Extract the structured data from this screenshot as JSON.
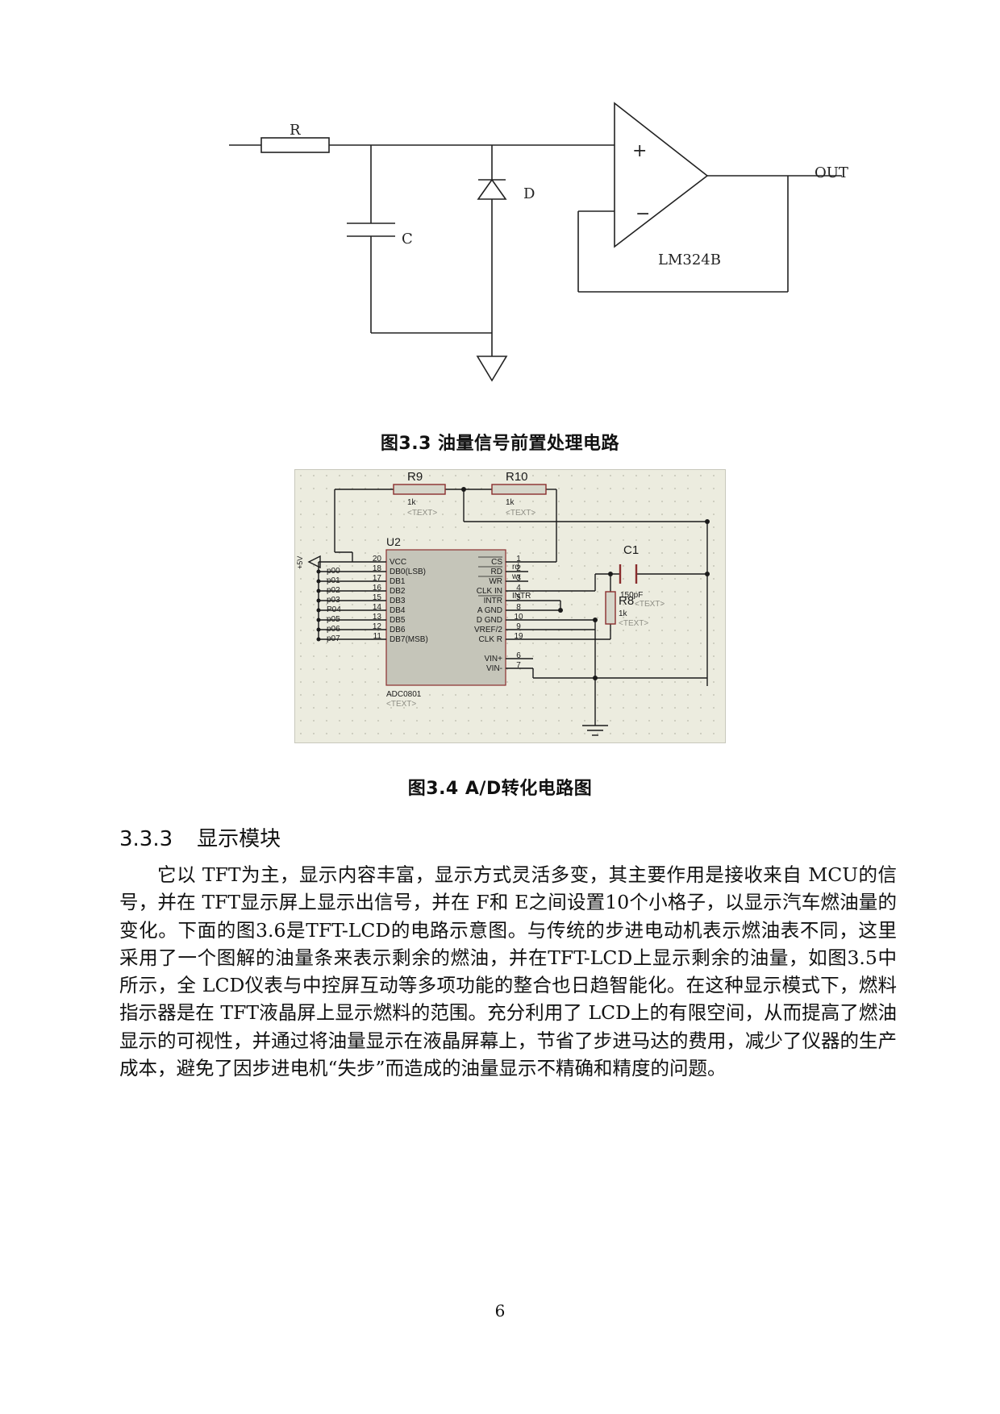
{
  "figure_3_3": {
    "caption": "图3.3 油量信号前置处理电路",
    "labels": {
      "r": "R",
      "c": "C",
      "d": "D",
      "out": "OUT",
      "plus": "+",
      "minus": "−",
      "opamp": "LM324B"
    }
  },
  "figure_3_4": {
    "caption": "图3.4 A/D转化电路图",
    "labels": {
      "r9": "R9",
      "r9_val": "1k",
      "r9_text": "<TEXT>",
      "r10": "R10",
      "r10_val": "1k",
      "r10_text": "<TEXT>",
      "c1": "C1",
      "c1_val": "150pF",
      "c1_text": "<TEXT>",
      "r8": "R8",
      "r8_val": "1k",
      "r8_text": "<TEXT>",
      "u2": "U2",
      "chip": "ADC0801",
      "chip_text": "<TEXT>",
      "vcc_net": "+5V",
      "net_rd": "rd",
      "net_wr": "wr",
      "net_intr": "INTR"
    },
    "left_pins": [
      {
        "num": "20",
        "name": "VCC",
        "net": ""
      },
      {
        "num": "18",
        "name": "DB0(LSB)",
        "net": "p00"
      },
      {
        "num": "17",
        "name": "DB1",
        "net": "p01"
      },
      {
        "num": "16",
        "name": "DB2",
        "net": "p02"
      },
      {
        "num": "15",
        "name": "DB3",
        "net": "p03"
      },
      {
        "num": "14",
        "name": "DB4",
        "net": "P04"
      },
      {
        "num": "13",
        "name": "DB5",
        "net": "p05"
      },
      {
        "num": "12",
        "name": "DB6",
        "net": "p06"
      },
      {
        "num": "11",
        "name": "DB7(MSB)",
        "net": "p07"
      }
    ],
    "right_pins": [
      {
        "num": "1",
        "name": "CS"
      },
      {
        "num": "2",
        "name": "RD"
      },
      {
        "num": "3",
        "name": "WR"
      },
      {
        "num": "4",
        "name": "CLK IN"
      },
      {
        "num": "5",
        "name": "INTR"
      },
      {
        "num": "8",
        "name": "A GND"
      },
      {
        "num": "10",
        "name": "D GND"
      },
      {
        "num": "9",
        "name": "VREF/2"
      },
      {
        "num": "19",
        "name": "CLK R"
      },
      {
        "num": "6",
        "name": "VIN+"
      },
      {
        "num": "7",
        "name": "VIN-"
      }
    ]
  },
  "section": {
    "number": "3.3.3",
    "title": "显示模块"
  },
  "body_text": "它以 TFT为主，显示内容丰富，显示方式灵活多变，其主要作用是接收来自 MCU的信号，并在 TFT显示屏上显示出信号，并在 F和 E之间设置10个小格子，以显示汽车燃油量的变化。下面的图3.6是TFT-LCD的电路示意图。与传统的步进电动机表示燃油表不同，这里采用了一个图解的油量条来表示剩余的燃油，并在TFT-LCD上显示剩余的油量，如图3.5中所示，全 LCD仪表与中控屏互动等多项功能的整合也日趋智能化。在这种显示模式下，燃料指示器是在 TFT液晶屏上显示燃料的范围。充分利用了 LCD上的有限空间，从而提高了燃油显示的可视性，并通过将油量显示在液晶屏幕上，节省了步进马达的费用，减少了仪器的生产成本，避免了因步进电机“失步”而造成的油量显示不精确和精度的问题。",
  "page_number": "6"
}
